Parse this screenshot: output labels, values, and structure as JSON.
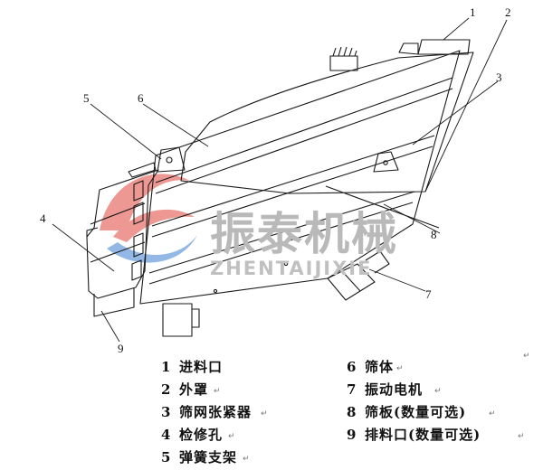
{
  "watermark": {
    "name_cn": "振泰机械",
    "name_en": "ZHENTAIJIXIE"
  },
  "callouts": [
    "1",
    "2",
    "3",
    "4",
    "5",
    "6",
    "7",
    "8",
    "9"
  ],
  "legend": [
    {
      "num": "1",
      "label": "进料口"
    },
    {
      "num": "6",
      "label": "筛体"
    },
    {
      "num": "2",
      "label": "外罩"
    },
    {
      "num": "7",
      "label": "振动电机"
    },
    {
      "num": "3",
      "label": "筛网张紧器"
    },
    {
      "num": "8",
      "label": "筛板(数量可选)"
    },
    {
      "num": "4",
      "label": "检修孔"
    },
    {
      "num": "9",
      "label": "排料口(数量可选)"
    },
    {
      "num": "5",
      "label": "弹簧支架"
    }
  ],
  "colors": {
    "line": "#1a1a1a",
    "watermark_gray": "#b9b9b9",
    "logo_red": "#e0443a",
    "logo_blue": "#3b7fd0"
  }
}
